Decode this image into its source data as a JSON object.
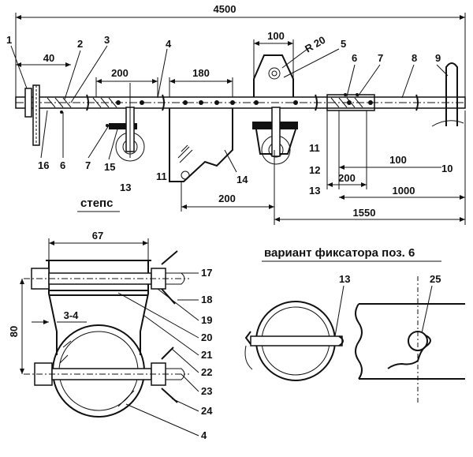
{
  "dimensions": {
    "total_length": "4500",
    "d40": "40",
    "d200_left": "200",
    "d180": "180",
    "d100_top": "100",
    "radius": "R 20",
    "d200_mid": "200",
    "d200_right": "200",
    "d100_right": "100",
    "d1000": "1000",
    "d1550": "1550",
    "d67": "67",
    "d80": "80",
    "d3_4": "3-4"
  },
  "positions": [
    "1",
    "2",
    "3",
    "4",
    "5",
    "6",
    "7",
    "8",
    "9",
    "10",
    "11",
    "12",
    "13",
    "14",
    "15",
    "16",
    "17",
    "18",
    "19",
    "20",
    "21",
    "22",
    "23",
    "24",
    "25"
  ],
  "labels": {
    "steps": "степс",
    "variant": "вариант фиксатора поз. 6"
  },
  "colors": {
    "ink": "#111111",
    "paper": "#ffffff"
  }
}
